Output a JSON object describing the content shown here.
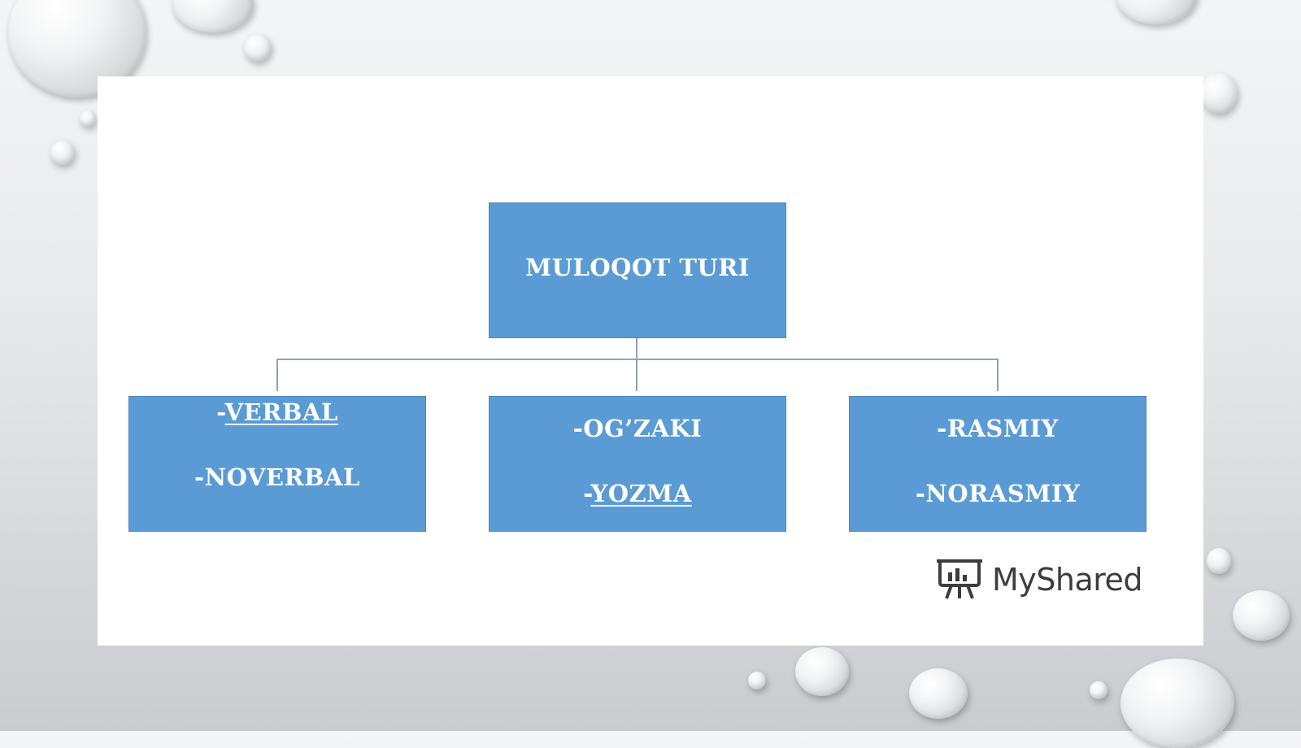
{
  "diagram": {
    "root": {
      "label": "MULOQOT TURI"
    },
    "children": [
      {
        "line1_prefix": "-",
        "line1_text": "VERBAL",
        "line2_prefix": "-",
        "line2_text": "NOVERBAL"
      },
      {
        "line1_prefix": "-",
        "line1_text": "OG’ZAKI",
        "line2_prefix": "-",
        "line2_text": "YOZMA"
      },
      {
        "line1_prefix": "-",
        "line1_text": "RASMIY",
        "line2_prefix": "-",
        "line2_text": "NORASMIY"
      }
    ]
  },
  "watermark": {
    "text": "MyShared",
    "icon": "presentation-board-icon"
  },
  "colors": {
    "box_fill": "#5b9bd5",
    "box_text": "#ffffff",
    "connector": "#8aa4b8"
  }
}
